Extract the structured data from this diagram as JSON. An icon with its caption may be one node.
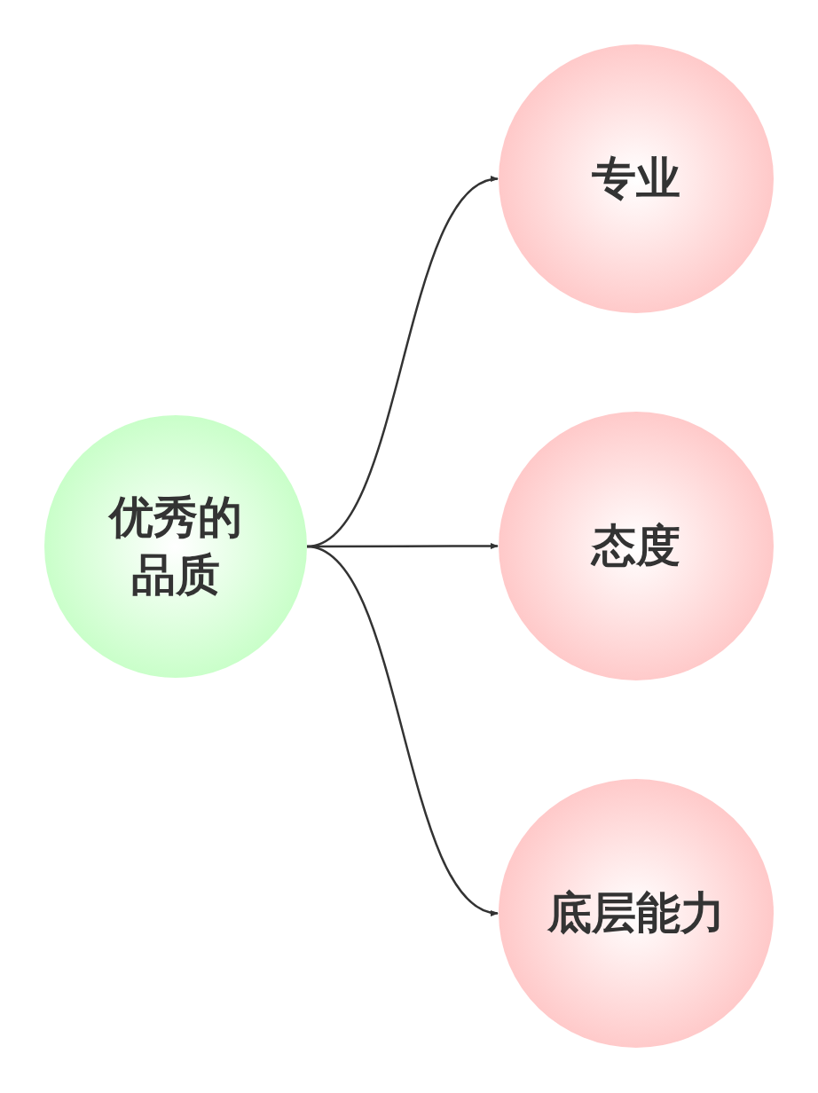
{
  "diagram": {
    "nodes": [
      {
        "text": [
          "优秀的品质"
        ]
      },
      {
        "text": [
          "专业"
        ]
      },
      {
        "text": [
          "态度"
        ]
      },
      {
        "text": [
          "底层能力"
        ]
      }
    ],
    "edges": [
      {
        "from": 0,
        "to": 1,
        "arrow": "to"
      },
      {
        "from": 0,
        "to": 2,
        "arrow": "to"
      },
      {
        "from": 0,
        "to": 3,
        "arrow": "to"
      }
    ]
  }
}
